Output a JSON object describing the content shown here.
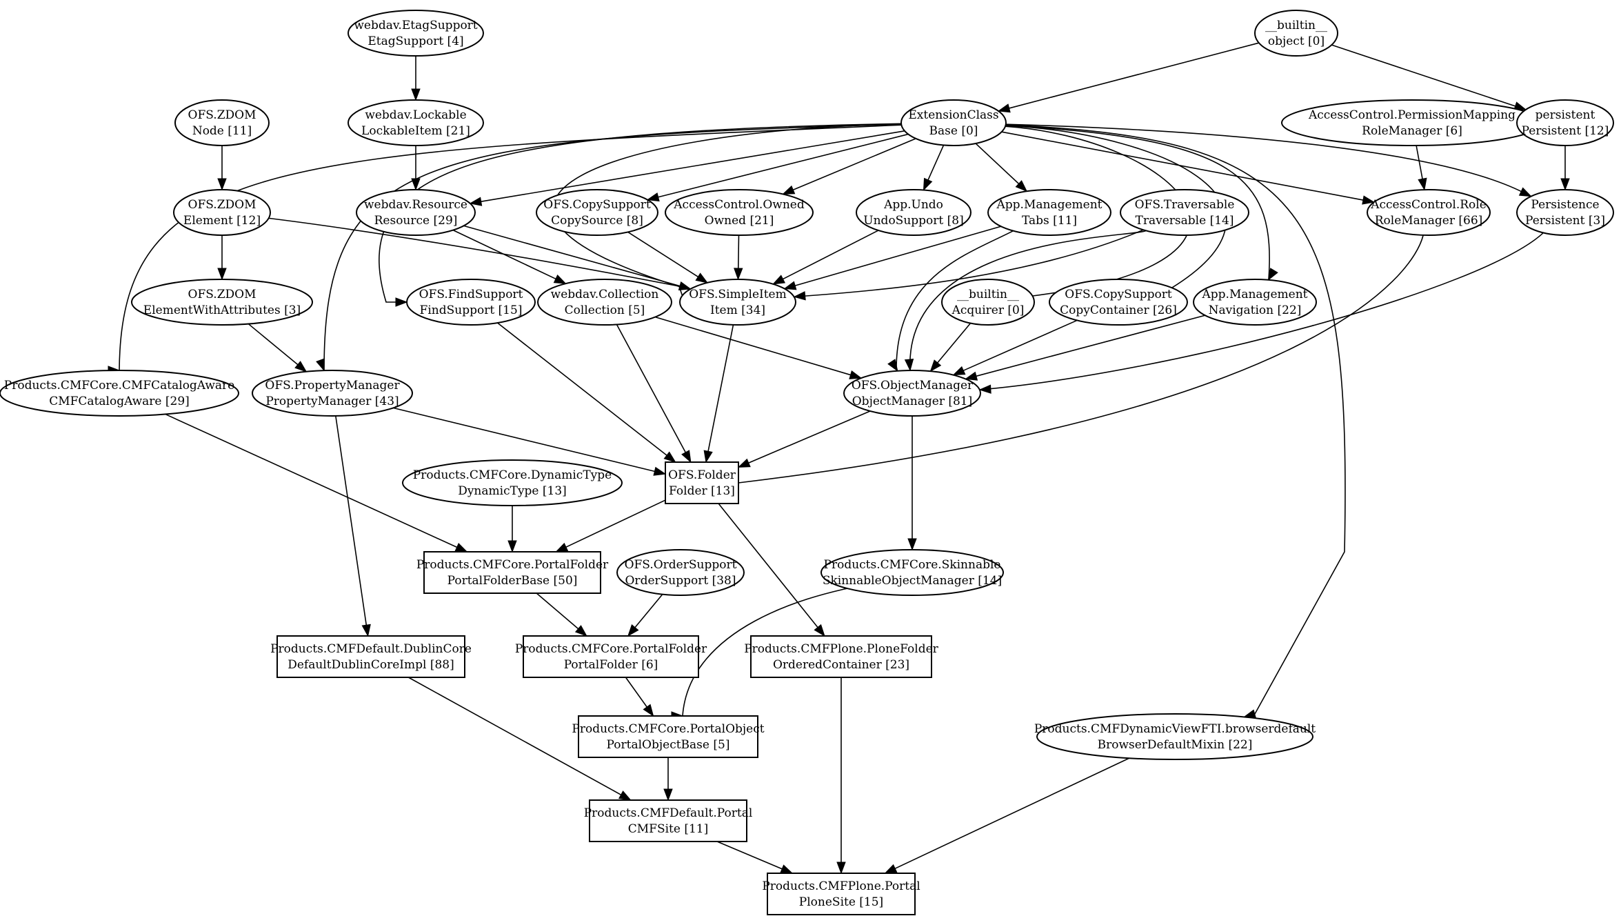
{
  "nodes": [
    {
      "id": "webdav_etag",
      "line1": "webdav.EtagSupport",
      "line2": "EtagSupport [4]",
      "shape": "ellipse"
    },
    {
      "id": "builtin_object",
      "line1": "__builtin__",
      "line2": "object [0]",
      "shape": "ellipse"
    },
    {
      "id": "ofs_zdom_node",
      "line1": "OFS.ZDOM",
      "line2": "Node [11]",
      "shape": "ellipse"
    },
    {
      "id": "webdav_lockable",
      "line1": "webdav.Lockable",
      "line2": "LockableItem [21]",
      "shape": "ellipse"
    },
    {
      "id": "extensionclass_base",
      "line1": "ExtensionClass",
      "line2": "Base [0]",
      "shape": "ellipse"
    },
    {
      "id": "ac_permissionmapping",
      "line1": "AccessControl.PermissionMapping",
      "line2": "RoleManager [6]",
      "shape": "ellipse"
    },
    {
      "id": "persistent_persistent",
      "line1": "persistent",
      "line2": "Persistent [12]",
      "shape": "ellipse"
    },
    {
      "id": "ofs_zdom_element",
      "line1": "OFS.ZDOM",
      "line2": "Element [12]",
      "shape": "ellipse"
    },
    {
      "id": "webdav_resource",
      "line1": "webdav.Resource",
      "line2": "Resource [29]",
      "shape": "ellipse"
    },
    {
      "id": "ofs_copysource",
      "line1": "OFS.CopySupport",
      "line2": "CopySource [8]",
      "shape": "ellipse"
    },
    {
      "id": "ac_owned",
      "line1": "AccessControl.Owned",
      "line2": "Owned [21]",
      "shape": "ellipse"
    },
    {
      "id": "app_undo",
      "line1": "App.Undo",
      "line2": "UndoSupport [8]",
      "shape": "ellipse"
    },
    {
      "id": "app_management_tabs",
      "line1": "App.Management",
      "line2": "Tabs [11]",
      "shape": "ellipse"
    },
    {
      "id": "ofs_traversable",
      "line1": "OFS.Traversable",
      "line2": "Traversable [14]",
      "shape": "ellipse"
    },
    {
      "id": "ac_role",
      "line1": "AccessControl.Role",
      "line2": "RoleManager [66]",
      "shape": "ellipse"
    },
    {
      "id": "persistence_persistent",
      "line1": "Persistence",
      "line2": "Persistent [3]",
      "shape": "ellipse"
    },
    {
      "id": "ofs_zdom_elementwithattributes",
      "line1": "OFS.ZDOM",
      "line2": "ElementWithAttributes [3]",
      "shape": "ellipse"
    },
    {
      "id": "ofs_findsupport",
      "line1": "OFS.FindSupport",
      "line2": "FindSupport [15]",
      "shape": "ellipse"
    },
    {
      "id": "webdav_collection",
      "line1": "webdav.Collection",
      "line2": "Collection [5]",
      "shape": "ellipse"
    },
    {
      "id": "ofs_simpleitem",
      "line1": "OFS.SimpleItem",
      "line2": "Item [34]",
      "shape": "ellipse"
    },
    {
      "id": "builtin_acquirer",
      "line1": "__builtin__",
      "line2": "Acquirer [0]",
      "shape": "ellipse"
    },
    {
      "id": "ofs_copycontainer",
      "line1": "OFS.CopySupport",
      "line2": "CopyContainer [26]",
      "shape": "ellipse"
    },
    {
      "id": "app_management_navigation",
      "line1": "App.Management",
      "line2": "Navigation [22]",
      "shape": "ellipse"
    },
    {
      "id": "cmfcore_catalogaware",
      "line1": "Products.CMFCore.CMFCatalogAware",
      "line2": "CMFCatalogAware [29]",
      "shape": "ellipse"
    },
    {
      "id": "ofs_propertymanager",
      "line1": "OFS.PropertyManager",
      "line2": "PropertyManager [43]",
      "shape": "ellipse"
    },
    {
      "id": "ofs_objectmanager",
      "line1": "OFS.ObjectManager",
      "line2": "ObjectManager [81]",
      "shape": "ellipse"
    },
    {
      "id": "cmfcore_dynamictype",
      "line1": "Products.CMFCore.DynamicType",
      "line2": "DynamicType [13]",
      "shape": "ellipse"
    },
    {
      "id": "ofs_folder",
      "line1": "OFS.Folder",
      "line2": "Folder [13]",
      "shape": "box"
    },
    {
      "id": "cmfcore_portalfolderbase",
      "line1": "Products.CMFCore.PortalFolder",
      "line2": "PortalFolderBase [50]",
      "shape": "box"
    },
    {
      "id": "ofs_ordersupport",
      "line1": "OFS.OrderSupport",
      "line2": "OrderSupport [38]",
      "shape": "ellipse"
    },
    {
      "id": "cmfcore_skinnable",
      "line1": "Products.CMFCore.Skinnable",
      "line2": "SkinnableObjectManager [14]",
      "shape": "ellipse"
    },
    {
      "id": "cmfdefault_dublincore",
      "line1": "Products.CMFDefault.DublinCore",
      "line2": "DefaultDublinCoreImpl [88]",
      "shape": "box"
    },
    {
      "id": "cmfcore_portalfolder",
      "line1": "Products.CMFCore.PortalFolder",
      "line2": "PortalFolder [6]",
      "shape": "box"
    },
    {
      "id": "cmfplone_plonefolder",
      "line1": "Products.CMFPlone.PloneFolder",
      "line2": "OrderedContainer [23]",
      "shape": "box"
    },
    {
      "id": "cmfcore_portalobject",
      "line1": "Products.CMFCore.PortalObject",
      "line2": "PortalObjectBase [5]",
      "shape": "box"
    },
    {
      "id": "cmfdynamicviewfti",
      "line1": "Products.CMFDynamicViewFTI.browserdefault",
      "line2": "BrowserDefaultMixin [22]",
      "shape": "ellipse"
    },
    {
      "id": "cmfdefault_portal",
      "line1": "Products.CMFDefault.Portal",
      "line2": "CMFSite [11]",
      "shape": "box"
    },
    {
      "id": "cmfplone_portal",
      "line1": "Products.CMFPlone.Portal",
      "line2": "PloneSite [15]",
      "shape": "box"
    }
  ],
  "edges": [
    {
      "from": "webdav_etag",
      "to": "webdav_lockable"
    },
    {
      "from": "builtin_object",
      "to": "extensionclass_base"
    },
    {
      "from": "builtin_object",
      "to": "persistent_persistent"
    },
    {
      "from": "ofs_zdom_node",
      "to": "ofs_zdom_element"
    },
    {
      "from": "webdav_lockable",
      "to": "webdav_resource"
    },
    {
      "from": "extensionclass_base",
      "to": "webdav_resource"
    },
    {
      "from": "extensionclass_base",
      "to": "ofs_copysource"
    },
    {
      "from": "extensionclass_base",
      "to": "ac_owned"
    },
    {
      "from": "extensionclass_base",
      "to": "app_undo"
    },
    {
      "from": "extensionclass_base",
      "to": "app_management_tabs"
    },
    {
      "from": "extensionclass_base",
      "to": "ac_role"
    },
    {
      "from": "extensionclass_base",
      "to": "persistence_persistent"
    },
    {
      "from": "extensionclass_base",
      "to": "ofs_findsupport"
    },
    {
      "from": "extensionclass_base",
      "to": "ofs_simpleitem"
    },
    {
      "from": "extensionclass_base",
      "to": "builtin_acquirer"
    },
    {
      "from": "extensionclass_base",
      "to": "ofs_copycontainer"
    },
    {
      "from": "extensionclass_base",
      "to": "app_management_navigation"
    },
    {
      "from": "extensionclass_base",
      "to": "cmfcore_catalogaware"
    },
    {
      "from": "extensionclass_base",
      "to": "ofs_propertymanager"
    },
    {
      "from": "extensionclass_base",
      "to": "cmfdynamicviewfti"
    },
    {
      "from": "ac_permissionmapping",
      "to": "ac_role"
    },
    {
      "from": "persistent_persistent",
      "to": "persistence_persistent"
    },
    {
      "from": "ofs_zdom_element",
      "to": "ofs_zdom_elementwithattributes"
    },
    {
      "from": "ofs_zdom_element",
      "to": "ofs_simpleitem"
    },
    {
      "from": "webdav_resource",
      "to": "webdav_collection"
    },
    {
      "from": "webdav_resource",
      "to": "ofs_simpleitem"
    },
    {
      "from": "ofs_copysource",
      "to": "ofs_simpleitem"
    },
    {
      "from": "ac_owned",
      "to": "ofs_simpleitem"
    },
    {
      "from": "app_undo",
      "to": "ofs_simpleitem"
    },
    {
      "from": "app_management_tabs",
      "to": "ofs_simpleitem"
    },
    {
      "from": "app_management_tabs",
      "to": "ofs_objectmanager"
    },
    {
      "from": "ofs_traversable",
      "to": "ofs_simpleitem"
    },
    {
      "from": "ofs_traversable",
      "to": "ofs_objectmanager"
    },
    {
      "from": "ac_role",
      "to": "ofs_folder"
    },
    {
      "from": "persistence_persistent",
      "to": "ofs_objectmanager"
    },
    {
      "from": "ofs_zdom_elementwithattributes",
      "to": "ofs_propertymanager"
    },
    {
      "from": "ofs_findsupport",
      "to": "ofs_folder"
    },
    {
      "from": "webdav_collection",
      "to": "ofs_objectmanager"
    },
    {
      "from": "webdav_collection",
      "to": "ofs_folder"
    },
    {
      "from": "ofs_simpleitem",
      "to": "ofs_folder"
    },
    {
      "from": "builtin_acquirer",
      "to": "ofs_objectmanager"
    },
    {
      "from": "ofs_copycontainer",
      "to": "ofs_objectmanager"
    },
    {
      "from": "app_management_navigation",
      "to": "ofs_objectmanager"
    },
    {
      "from": "cmfcore_catalogaware",
      "to": "cmfcore_portalfolderbase"
    },
    {
      "from": "ofs_propertymanager",
      "to": "ofs_folder"
    },
    {
      "from": "ofs_propertymanager",
      "to": "cmfdefault_dublincore"
    },
    {
      "from": "ofs_objectmanager",
      "to": "ofs_folder"
    },
    {
      "from": "ofs_objectmanager",
      "to": "cmfcore_skinnable"
    },
    {
      "from": "cmfcore_dynamictype",
      "to": "cmfcore_portalfolderbase"
    },
    {
      "from": "ofs_folder",
      "to": "cmfcore_portalfolderbase"
    },
    {
      "from": "ofs_folder",
      "to": "cmfplone_plonefolder"
    },
    {
      "from": "cmfcore_portalfolderbase",
      "to": "cmfcore_portalfolder"
    },
    {
      "from": "ofs_ordersupport",
      "to": "cmfcore_portalfolder"
    },
    {
      "from": "cmfcore_skinnable",
      "to": "cmfcore_portalobject"
    },
    {
      "from": "cmfcore_portalfolder",
      "to": "cmfcore_portalobject"
    },
    {
      "from": "cmfdefault_dublincore",
      "to": "cmfdefault_portal"
    },
    {
      "from": "cmfcore_portalobject",
      "to": "cmfdefault_portal"
    },
    {
      "from": "cmfplone_plonefolder",
      "to": "cmfplone_portal"
    },
    {
      "from": "cmfdynamicviewfti",
      "to": "cmfplone_portal"
    },
    {
      "from": "cmfdefault_portal",
      "to": "cmfplone_portal"
    }
  ]
}
